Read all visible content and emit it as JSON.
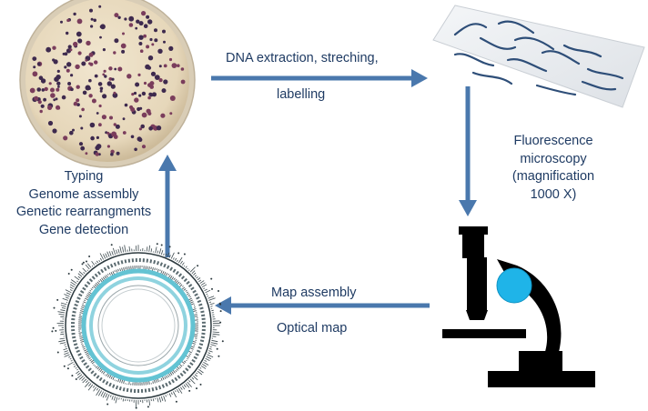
{
  "labels": {
    "top_arrow_line1": "DNA extraction, streching,",
    "top_arrow_line2": "labelling",
    "right_arrow": [
      "Fluorescence",
      "microscopy",
      "(magnification",
      "1000 X)"
    ],
    "bottom_arrow_line1": "Map assembly",
    "bottom_arrow_line2": "Optical map",
    "left_arrow": [
      "Typing",
      "Genome assembly",
      "Genetic rearrangments",
      "Gene detection"
    ]
  },
  "colors": {
    "arrow": "#4a78ad",
    "text": "#1f3b63",
    "plate_agar": "#e9dcc2",
    "colony": "#3e2a4e",
    "dna_strand": "#2e4e78",
    "microscope": "#000000",
    "microscope_lens": "#1fb4e8",
    "map_ring": "#63c3d3"
  },
  "icons": [
    "petri-dish-icon",
    "dna-slide-icon",
    "microscope-icon",
    "circular-optical-map-icon"
  ]
}
